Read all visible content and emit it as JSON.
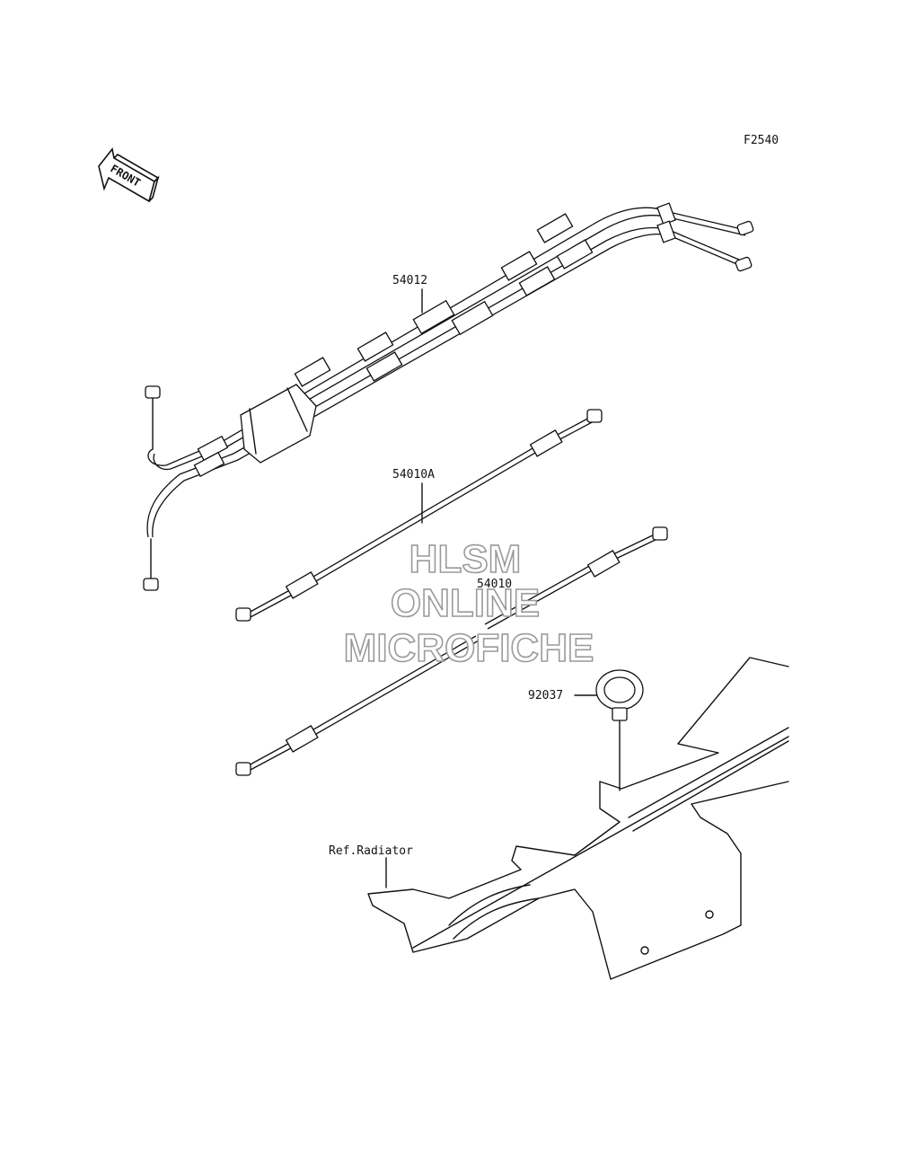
{
  "figure_code": "F2540",
  "front_arrow": {
    "label": "FRONT",
    "icon": "front-arrow-icon"
  },
  "callouts": [
    {
      "id": "throttle-cables",
      "label": "54012"
    },
    {
      "id": "choke-cable-a",
      "label": "54010A"
    },
    {
      "id": "choke-cable",
      "label": "54010"
    },
    {
      "id": "clamp",
      "label": "92037"
    },
    {
      "id": "ref-radiator",
      "label": "Ref.Radiator"
    }
  ],
  "watermark": {
    "line1": "HLSM",
    "line2": "ONLINE",
    "line3": "MICROFICHE"
  }
}
